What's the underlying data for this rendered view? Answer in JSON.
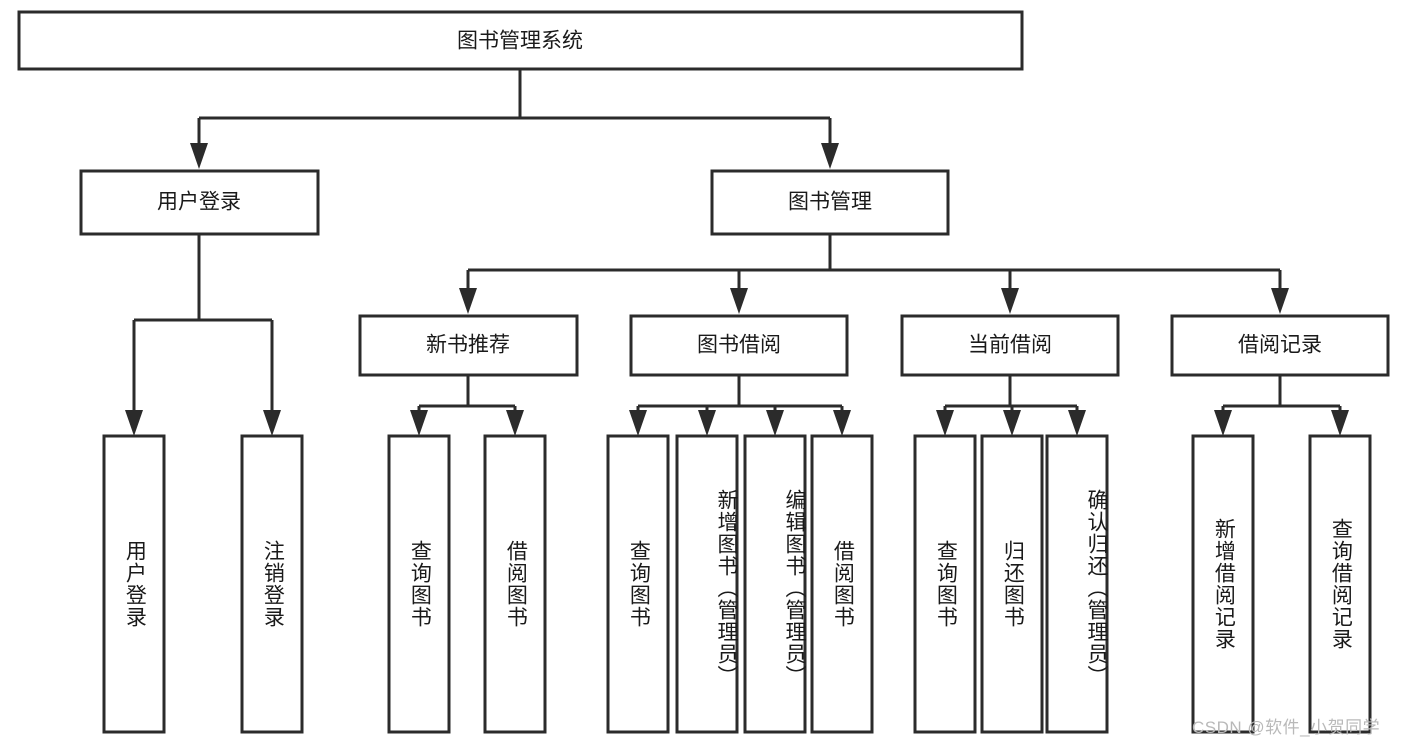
{
  "diagram": {
    "type": "tree-hierarchy",
    "title": "图书管理系统",
    "orientation": "top-down",
    "watermark": "CSDN @软件_小贺同学",
    "colors": {
      "box_stroke": "#2b2b2b",
      "box_fill": "#ffffff",
      "edge": "#2b2b2b",
      "text": "#1a1a1a",
      "watermark": "#b9b9b9",
      "background": "#ffffff"
    },
    "root": {
      "label": "图书管理系统"
    },
    "level1": [
      {
        "label": "用户登录"
      },
      {
        "label": "图书管理"
      }
    ],
    "level2": [
      {
        "label": "新书推荐"
      },
      {
        "label": "图书借阅"
      },
      {
        "label": "当前借阅"
      },
      {
        "label": "借阅记录"
      }
    ],
    "leaves": {
      "user_login": [
        {
          "label": "用户登录"
        },
        {
          "label": "注销登录"
        }
      ],
      "new_book_recommend": [
        {
          "label": "查询图书"
        },
        {
          "label": "借阅图书"
        }
      ],
      "book_borrow": [
        {
          "label": "查询图书"
        },
        {
          "label": "新增图书（管理员）"
        },
        {
          "label": "编辑图书（管理员）"
        },
        {
          "label": "借阅图书"
        }
      ],
      "current_borrow": [
        {
          "label": "查询图书"
        },
        {
          "label": "归还图书"
        },
        {
          "label": "确认归还（管理员）"
        }
      ],
      "borrow_record": [
        {
          "label": "新增借阅记录"
        },
        {
          "label": "查询借阅记录"
        }
      ]
    }
  }
}
